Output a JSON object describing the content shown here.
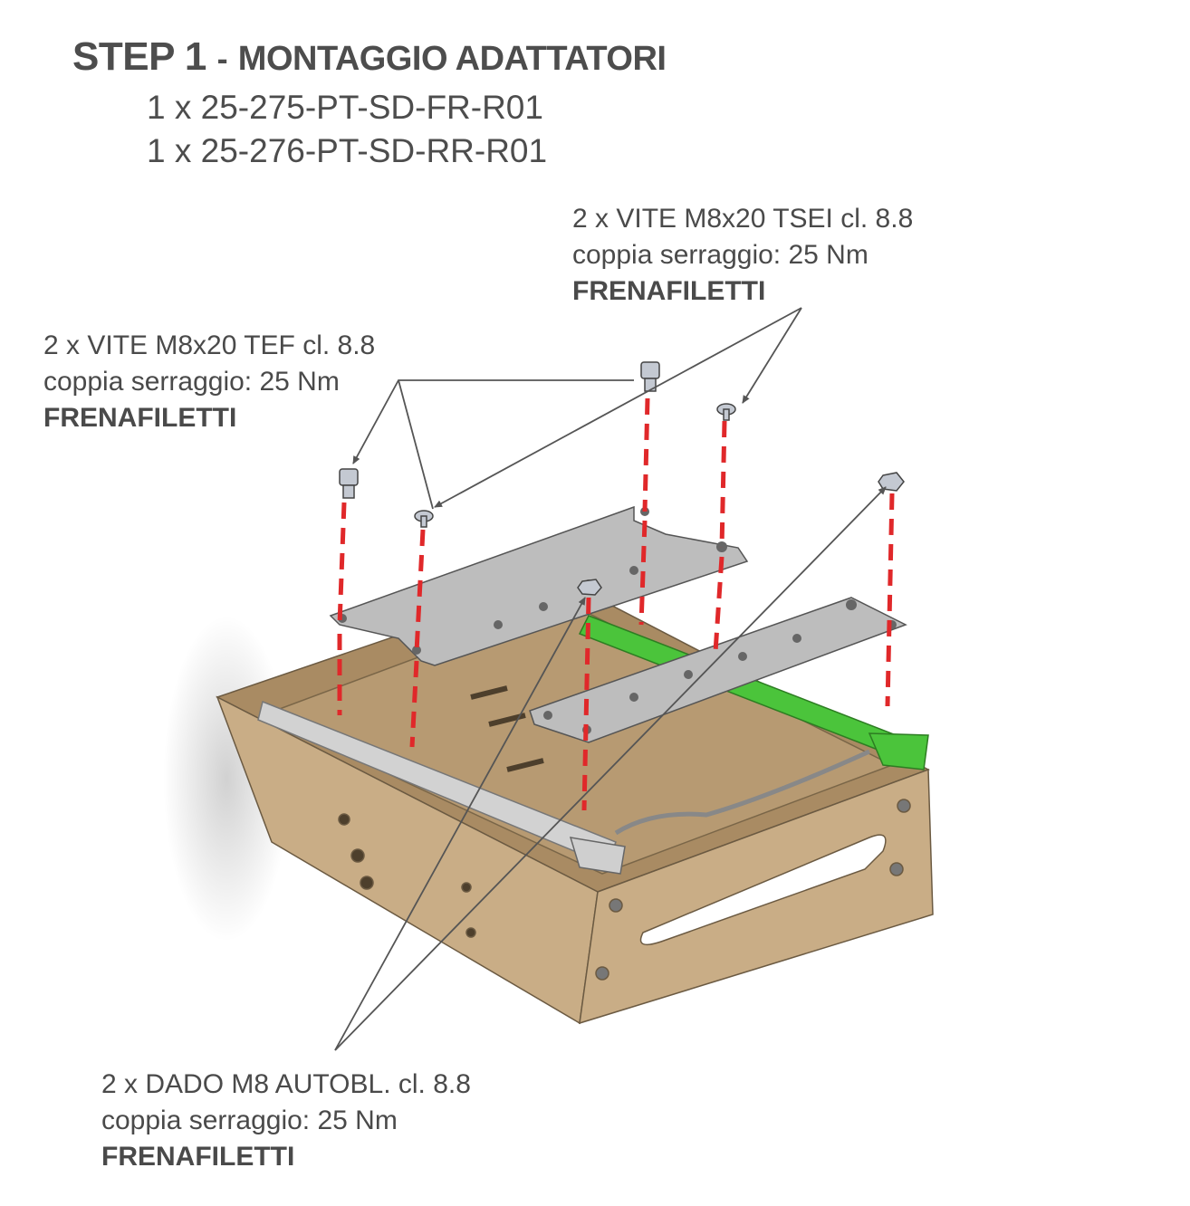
{
  "header": {
    "step": "STEP 1",
    "separator": "-",
    "title": "MONTAGGIO ADATTATORI",
    "parts": [
      "1 x 25-275-PT-SD-FR-R01",
      "1 x 25-276-PT-SD-RR-R01"
    ]
  },
  "callouts": {
    "tsei": {
      "line1": "2 x VITE M8x20 TSEI  cl. 8.8",
      "line2": "coppia serraggio: 25 Nm",
      "line3": "FRENAFILETTI"
    },
    "tef": {
      "line1": "2 x VITE M8x20 TEF  cl. 8.8",
      "line2": "coppia serraggio: 25 Nm",
      "line3": "FRENAFILETTI"
    },
    "dado": {
      "line1": "2 x DADO M8 AUTOBL.  cl. 8.8",
      "line2": "coppia serraggio: 25 Nm",
      "line3": "FRENAFILETTI"
    }
  },
  "colors": {
    "base": "#c9ad86",
    "base_dark": "#a98b63",
    "plate": "#bdbdbd",
    "rail_green": "#4bc43b",
    "guide_dash": "#e0282a",
    "leader": "#555555"
  }
}
